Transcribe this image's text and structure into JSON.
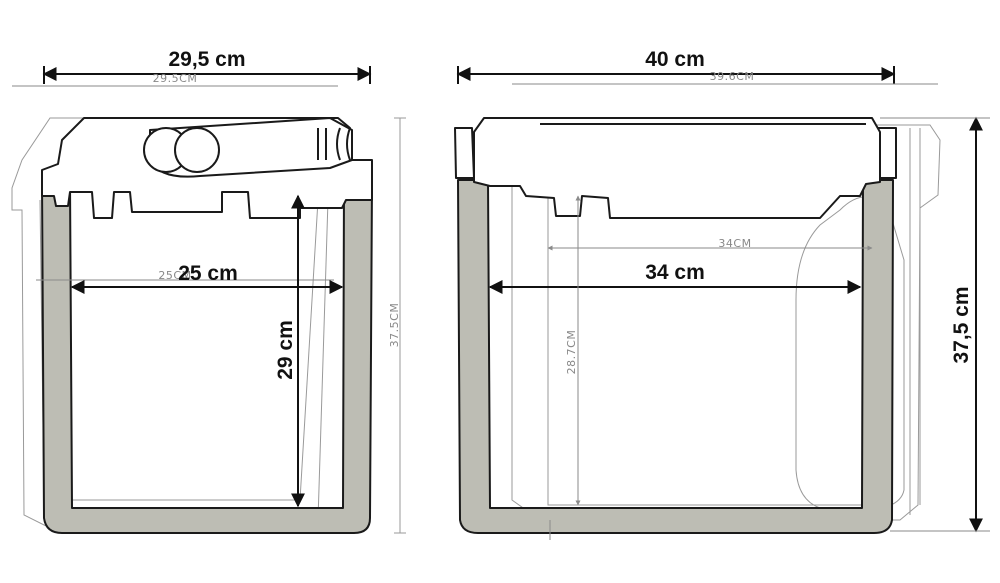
{
  "left_view": {
    "width_label": "29,5 cm",
    "width_label_small": "29.5CM",
    "inner_width_label": "25 cm",
    "inner_width_label_small": "25CM",
    "inner_height_label": "29 cm",
    "height_label_small": "37.5CM"
  },
  "right_view": {
    "width_label": "40 cm",
    "width_label_small": "39.6CM",
    "inner_width_label": "34 cm",
    "inner_width_label_small": "34CM",
    "inner_height_label_small": "28.7CM",
    "height_label": "37,5 cm"
  },
  "colors": {
    "wall_fill": "#bdbdb4",
    "outline": "#1a1a1a"
  }
}
